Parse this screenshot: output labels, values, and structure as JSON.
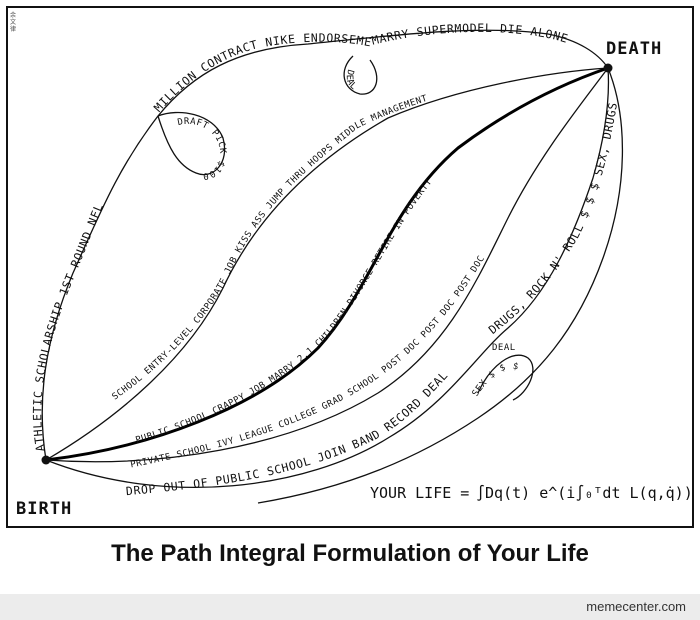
{
  "diagram": {
    "start_label": "BIRTH",
    "end_label": "DEATH",
    "formula_lhs": "YOUR LIFE =",
    "formula_rhs": "∫Dq(t) e^(i∫₀ᵀdt L(q,q̇))",
    "paths": {
      "athletic": "ATHLETIC SCHOLARSHIP 1ST ROUND NFL",
      "nfl_top": "MILLION CONTRACT NIKE ENDORSEMENT",
      "draft_loop": "DRAFT PICK $100",
      "supermodel": "MARRY SUPERMODEL DIE ALONE",
      "deal_loop_top": "DEAL",
      "corporate": "SCHOOL ENTRY-LEVEL CORPORATE JOB KISS ASS JUMP THRU HOOPS MIDDLE MANAGEMENT",
      "public_crappy": "PUBLIC SCHOOL CRAPPY JOB MARRY 2.1 CHILDREN DIVORCE RETIRE IN POVERTY",
      "private_ivy": "PRIVATE SCHOOL IVY LEAGUE COLLEGE GRAD SCHOOL POST DOC POST DOC POST DOC",
      "drop_out": "DROP OUT OF PUBLIC SCHOOL JOIN BAND RECORD DEAL",
      "drugs": "DRUGS, ROCK N' ROLL $ $ $ SEX, DRUGS",
      "sex_loop": "SEX $ $ $",
      "deal_bottom": "DEAL"
    }
  },
  "caption": "The Path Integral Formulation of Your Life",
  "footer": "memecenter.com",
  "seal": "余 文 律"
}
